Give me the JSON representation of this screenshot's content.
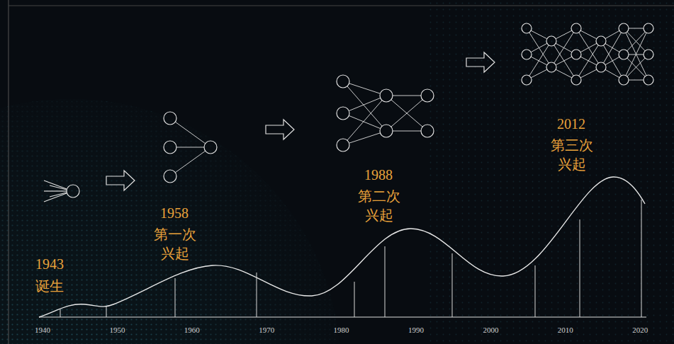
{
  "diagram": {
    "labels": [
      "1943",
      "诞生",
      "1958",
      "第一次 兴起",
      "1988",
      "第二次 兴起",
      "2012",
      "第三次 兴起",
      "1940",
      "1950",
      "1960",
      "1970",
      "1980",
      "1990",
      "2000",
      "2010",
      "2020"
    ]
  }
}
